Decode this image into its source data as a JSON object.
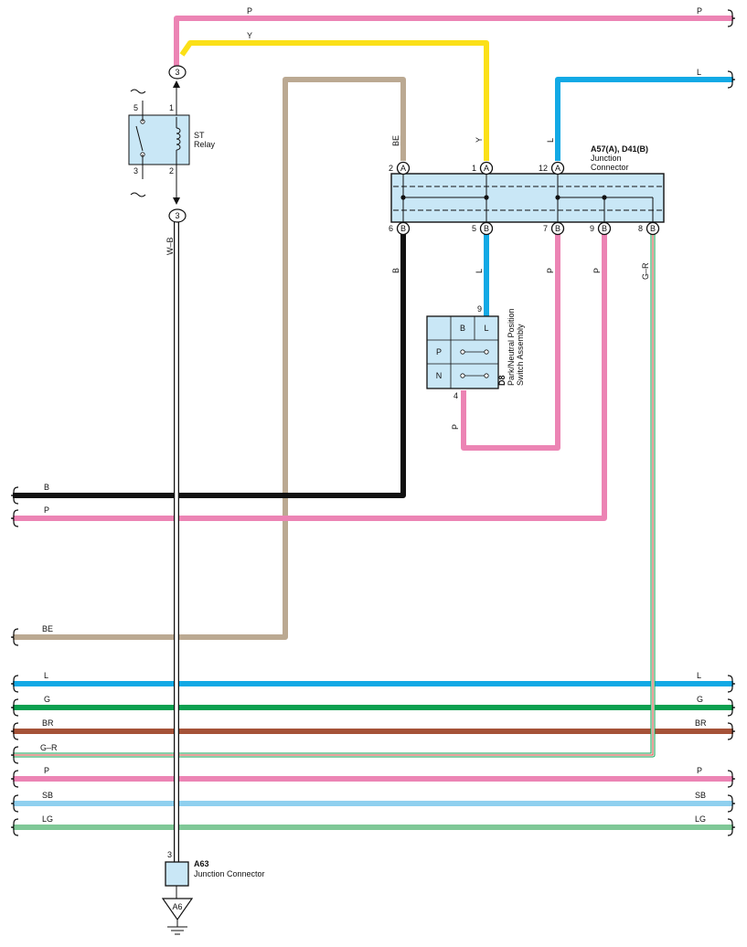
{
  "colors": {
    "P": "#ec84b4",
    "Y": "#fbe018",
    "BE": "#bba992",
    "L": "#12a9e5",
    "B": "#111111",
    "G": "#0ba050",
    "BR": "#a55238",
    "SB": "#8fd0ef",
    "LG": "#7fc897",
    "connector_fill": "#c9e7f6"
  },
  "st_relay": {
    "label_line1": "ST",
    "label_line2": "Relay",
    "pin1": "1",
    "pin2": "2",
    "pin3": "3",
    "pin5": "5",
    "top_connector_pin": "3",
    "bottom_connector_pin": "3"
  },
  "junction_connector": {
    "code": "A57(A), D41(B)",
    "name_line1": "Junction",
    "name_line2": "Connector",
    "top_pins": [
      {
        "num": "2",
        "letter": "A",
        "wire": "BE"
      },
      {
        "num": "1",
        "letter": "A",
        "wire": "Y"
      },
      {
        "num": "12",
        "letter": "A",
        "wire": "L"
      }
    ],
    "bottom_pins": [
      {
        "num": "6",
        "letter": "B",
        "wire": "B"
      },
      {
        "num": "5",
        "letter": "B",
        "wire": "L"
      },
      {
        "num": "7",
        "letter": "B",
        "wire": "P"
      },
      {
        "num": "9",
        "letter": "B",
        "wire": "P"
      },
      {
        "num": "8",
        "letter": "B",
        "wire": "G-R"
      }
    ]
  },
  "pn_switch": {
    "code": "D8",
    "name_line1": "Park/Neutral Position",
    "name_line2": "Switch Assembly",
    "pin_top": "9",
    "pin_bottom": "4",
    "col_b": "B",
    "col_l": "L",
    "row_p": "P",
    "row_n": "N",
    "wire_bottom": "P"
  },
  "a63": {
    "code": "A63",
    "name": "Junction Connector",
    "pin": "3",
    "ground": "A6"
  },
  "wire_labels": {
    "top_p_left": "P",
    "top_p_right": "P",
    "y": "Y",
    "l_right": "L",
    "w_b": "W–B",
    "be_vertical": "BE",
    "y_vertical": "Y",
    "l_vertical": "L",
    "b_vertical": "B",
    "l_lower": "L",
    "p_pin7": "P",
    "p_pin9": "P",
    "g_r_vertical": "G–R"
  },
  "left_bus": [
    {
      "label": "B"
    },
    {
      "label": "P"
    },
    {
      "label": "BE"
    }
  ],
  "bottom_bus": [
    {
      "label_left": "L",
      "label_right": "L"
    },
    {
      "label_left": "G",
      "label_right": "G"
    },
    {
      "label_left": "BR",
      "label_right": "BR"
    },
    {
      "label_left": "G–R",
      "label_right": ""
    },
    {
      "label_left": "P",
      "label_right": "P"
    },
    {
      "label_left": "SB",
      "label_right": "SB"
    },
    {
      "label_left": "LG",
      "label_right": "LG"
    }
  ]
}
